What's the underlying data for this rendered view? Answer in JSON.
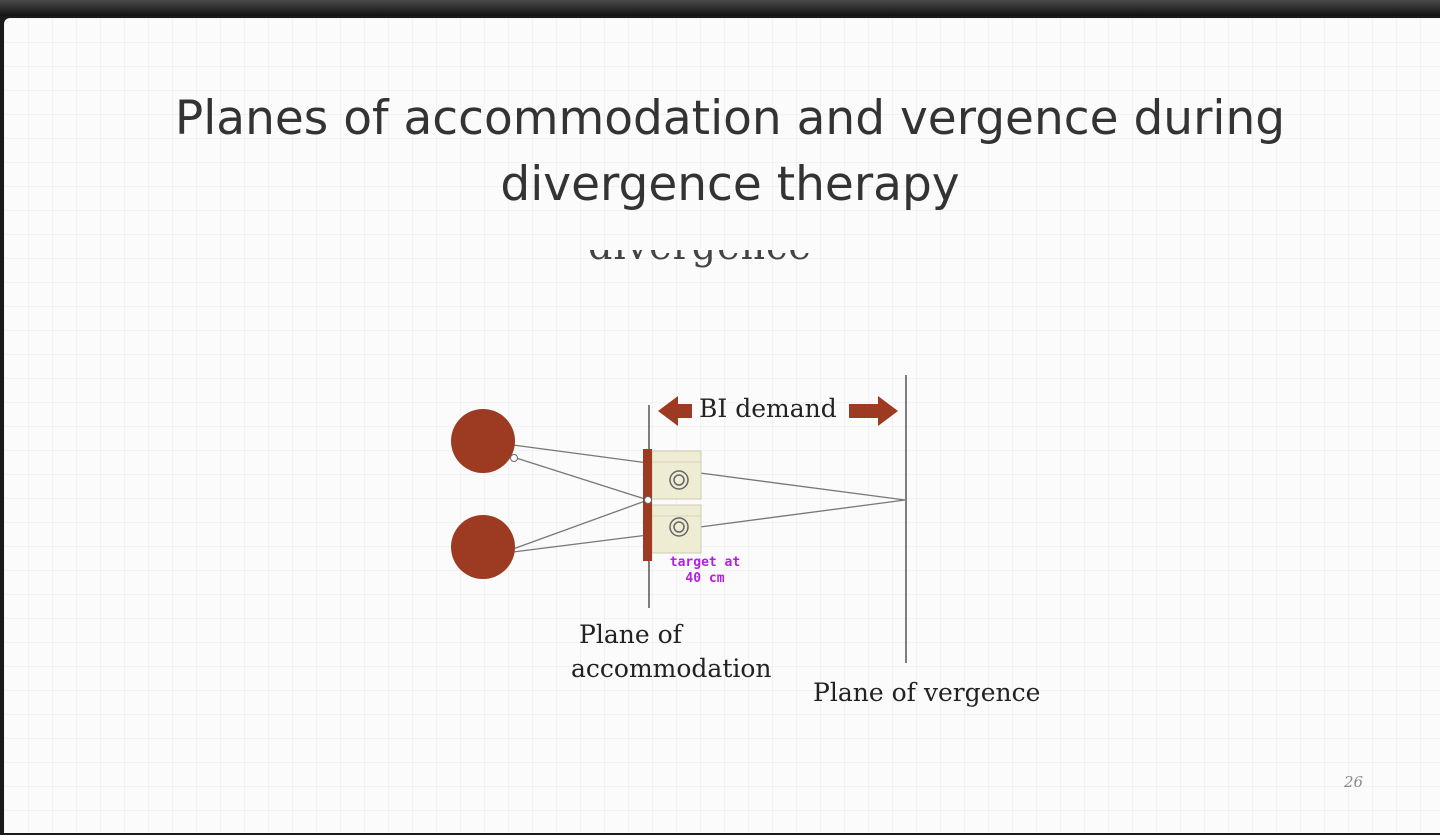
{
  "slide": {
    "title_line1": "Planes of accommodation and vergence during",
    "title_line2": "divergence therapy",
    "ghost_text": "divergence therapy",
    "slide_number": "26"
  },
  "diagram": {
    "bi_demand_label": "BI demand",
    "accommodation_label_line1": "Plane of",
    "accommodation_label_line2": "accommodation",
    "vergence_label": "Plane of vergence",
    "handwritten_note_line1": "target at",
    "handwritten_note_line2": "40 cm",
    "eye_color": "#9c3a22",
    "arrow_color": "#9c3a22",
    "target_card_color": "#eeecd2",
    "annotation_color": "#b41ee0"
  }
}
